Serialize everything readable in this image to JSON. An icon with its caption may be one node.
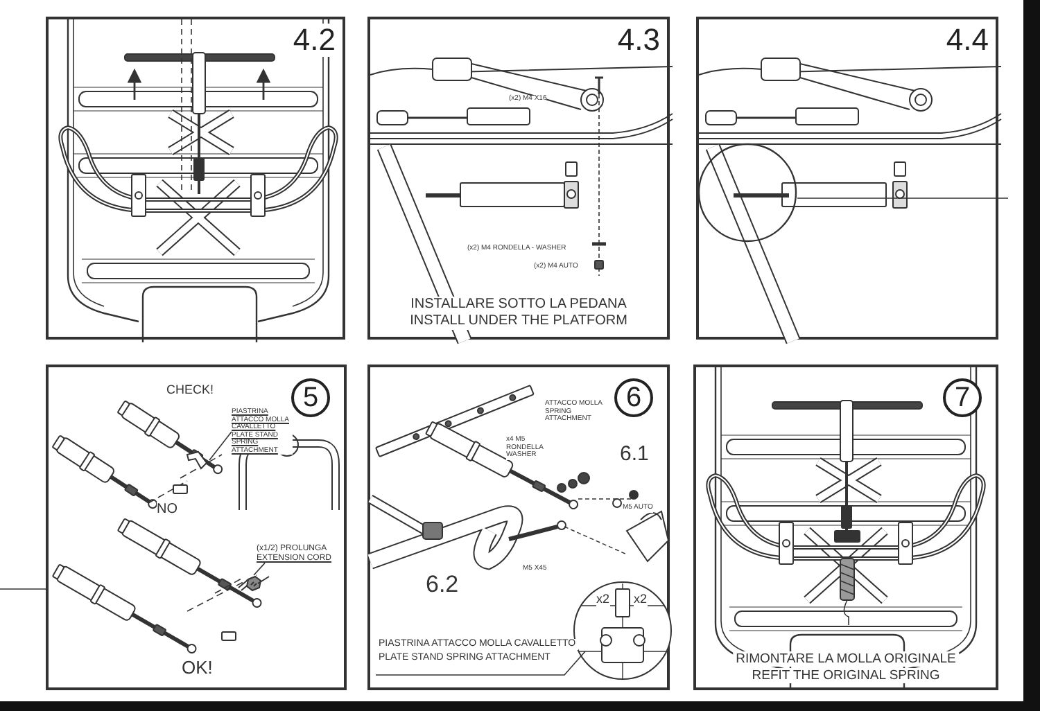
{
  "diagram": {
    "nodes": [
      {
        "text": [
          "4.2"
        ]
      },
      {
        "text": [
          "4.3",
          "INSTALLARE SOTTO LA PEDANA",
          "INSTALL UNDER THE PLATFORM"
        ]
      },
      {
        "text": [
          "4.4"
        ]
      },
      {
        "text": [
          "5"
        ]
      },
      {
        "text": [
          "6",
          "PIASTRINA ATTACCO MOLLA CAVALLETTO",
          "PLATE STAND SPRING ATTACHMENT"
        ]
      },
      {
        "text": [
          "7",
          "RIMONTARE LA MOLLA ORIGINALE",
          "REFIT THE ORIGINAL SPRING"
        ]
      },
      {
        "text": [
          "PIASTRINA ATTACCO MOLLA CAVALLETTO PLATE STAND SPRING ATTACHMENT"
        ],
        "in": 3
      },
      {
        "text": [],
        "shape": "picture",
        "in": 3
      },
      {
        "text": [
          "(x1/2) PROLUNGA",
          "EXTENSION CORD"
        ],
        "in": 3
      },
      {
        "text": [],
        "shape": "picture",
        "in": 3
      },
      {
        "text": [],
        "shape": "circle",
        "in": 2
      }
    ],
    "edges": [
      {
        "from": 6,
        "to": 7,
        "arrow": "none"
      },
      {
        "from": 8,
        "to": 9,
        "arrow": "none"
      },
      {
        "from": 10,
        "to": null,
        "arrow": "none"
      },
      {
        "from": null,
        "to": 3,
        "arrow": "none"
      }
    ],
    "labels": [
      "(x2) M4 X16",
      "(x2) M4 RONDELLA - WASHER",
      "(x2) M4 AUTO",
      "CHECK!",
      "NO",
      "OK!",
      "ATTACCO MOLLA SPRING ATTACHMENT",
      "x4 M5 RONDELLA WASHER",
      "6.1",
      "M5 AUTO",
      "M5 X45",
      "6.2",
      "x2",
      "x2"
    ]
  }
}
